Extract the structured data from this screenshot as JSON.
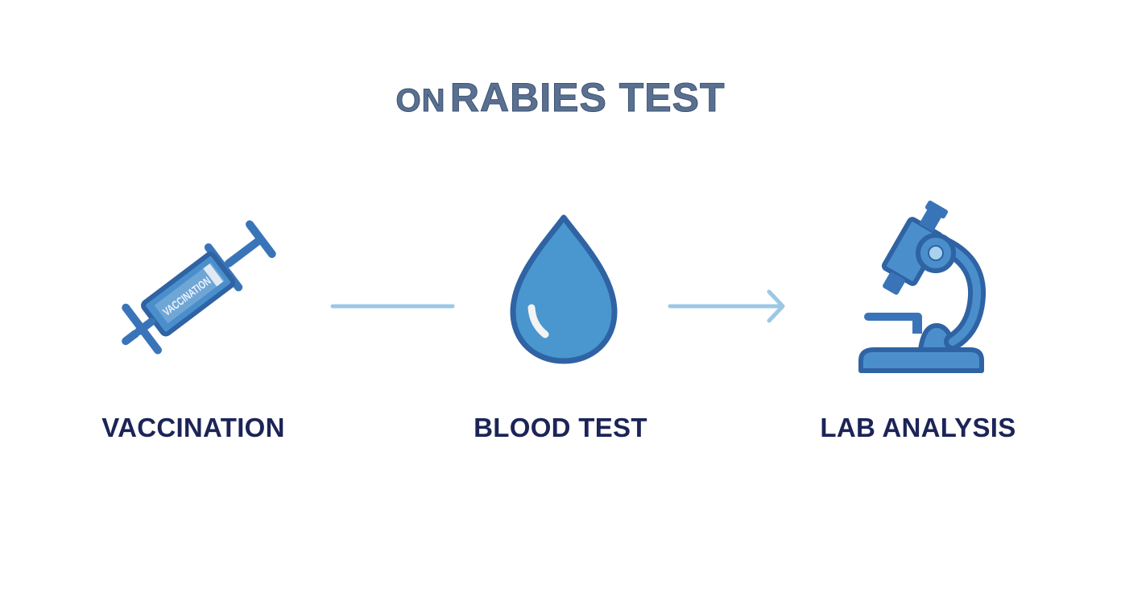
{
  "title": {
    "prefix": "ON",
    "main": "RABIES TEST"
  },
  "steps": [
    {
      "label": "VACCINATION",
      "icon": "syringe-icon",
      "syringe_text": "VACCINATION"
    },
    {
      "label": "BLOOD TEST",
      "icon": "blood-drop-icon"
    },
    {
      "label": "LAB ANALYSIS",
      "icon": "microscope-icon"
    }
  ],
  "connectors": [
    {
      "type": "line",
      "from": "VACCINATION",
      "to": "BLOOD TEST"
    },
    {
      "type": "arrow",
      "from": "BLOOD TEST",
      "to": "LAB ANALYSIS"
    }
  ],
  "colors": {
    "icon_fill": "#4a8fcc",
    "icon_stroke": "#2f63a3",
    "connector": "#9cc8e4",
    "label": "#1c2457",
    "title": "#5a7090"
  }
}
